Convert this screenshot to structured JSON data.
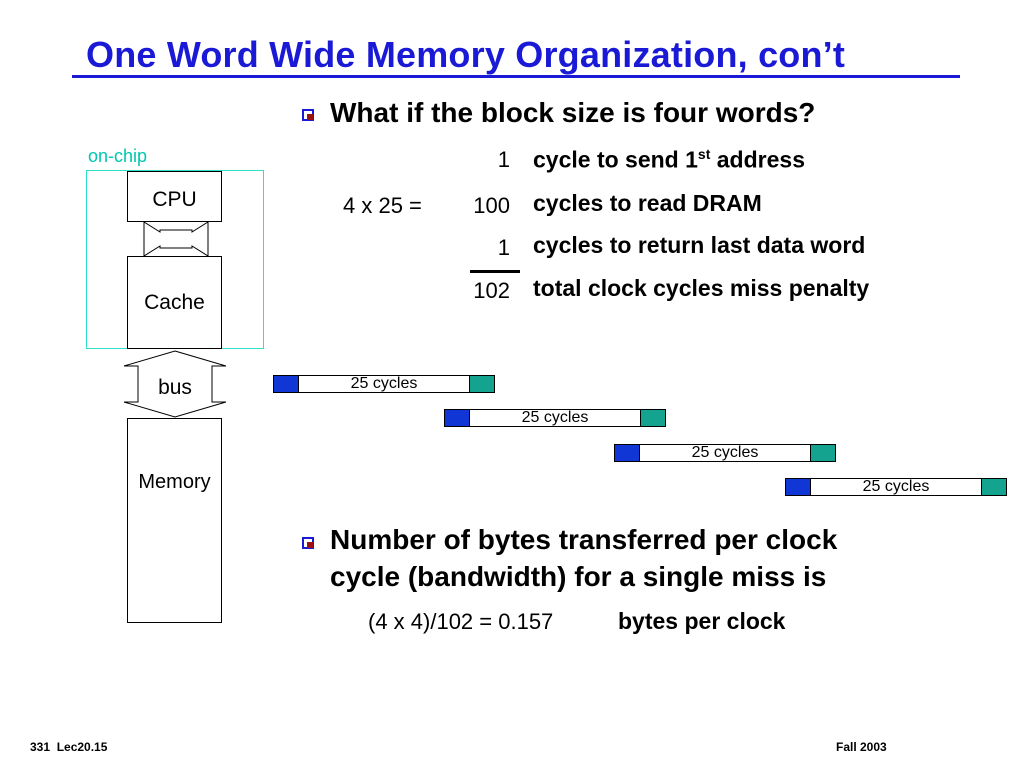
{
  "title": "One Word Wide Memory Organization, con’t",
  "bullet1": "What if the block size is four words?",
  "steps": [
    {
      "prefix": "",
      "num": "1",
      "text": "cycle to send 1",
      "sup": "st",
      "text_after": " address"
    },
    {
      "prefix": "4 x 25 =",
      "num": "100",
      "text": "cycles to read DRAM"
    },
    {
      "prefix": "",
      "num": "1",
      "text": "cycles to return last data word"
    },
    {
      "prefix": "",
      "num": "102",
      "text": "total clock cycles miss penalty"
    }
  ],
  "diagram": {
    "onchip_label": "on-chip",
    "cpu_label": "CPU",
    "cache_label": "Cache",
    "bus_label": "bus",
    "memory_label": "Memory"
  },
  "timeline": {
    "bars": [
      {
        "label": "25 cycles"
      },
      {
        "label": "25 cycles"
      },
      {
        "label": "25 cycles"
      },
      {
        "label": "25 cycles"
      }
    ],
    "colors": {
      "send": "#1136d6",
      "return": "#13a38e"
    }
  },
  "bullet2_line1": "Number of bytes transferred per clock",
  "bullet2_line2": "cycle (bandwidth) for a single miss is",
  "bandwidth_formula": "(4 x 4)/102 = 0.157",
  "bandwidth_unit": "bytes per clock",
  "footer": {
    "left": "331  Lec20.15",
    "right": "Fall 2003"
  },
  "colors": {
    "title": "#1a1ad6",
    "onchip": "#00c8b0"
  }
}
